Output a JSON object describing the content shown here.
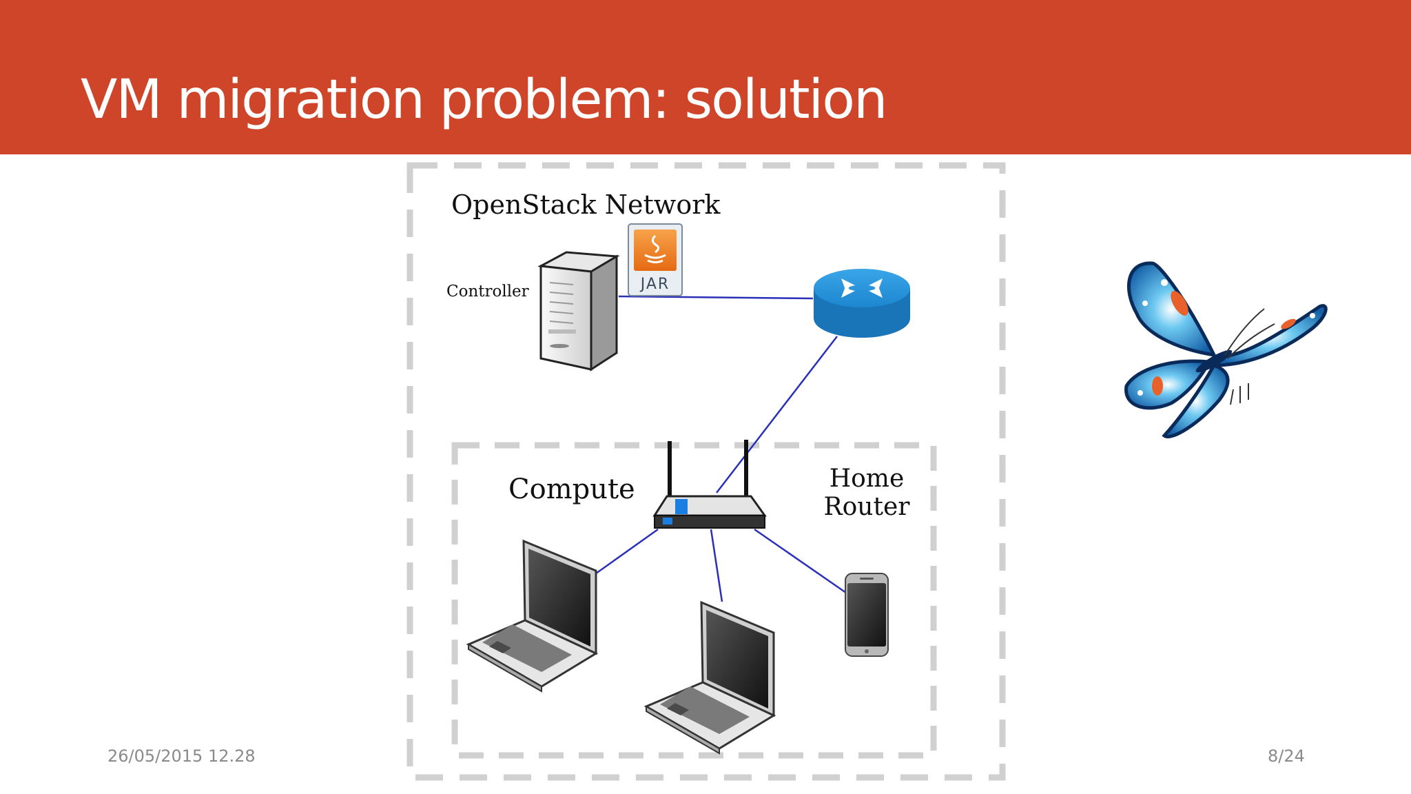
{
  "slide": {
    "title": "VM migration problem: solution",
    "date": "26/05/2015 12.28",
    "page_number": "8/24"
  },
  "diagram": {
    "outer_label": "OpenStack Network",
    "controller_label": "Controller",
    "jar_label": "JAR",
    "compute_label": "Compute",
    "home_router_line1": "Home",
    "home_router_line2": "Router"
  },
  "colors": {
    "title_bar": "#cf4529",
    "link_line": "#2a2fb8",
    "dashed_border": "#d0d0d0"
  },
  "icons": [
    "server-icon",
    "jar-file-icon",
    "router-icon",
    "wifi-router-icon",
    "laptop-icon",
    "smartphone-icon",
    "butterfly-image"
  ]
}
